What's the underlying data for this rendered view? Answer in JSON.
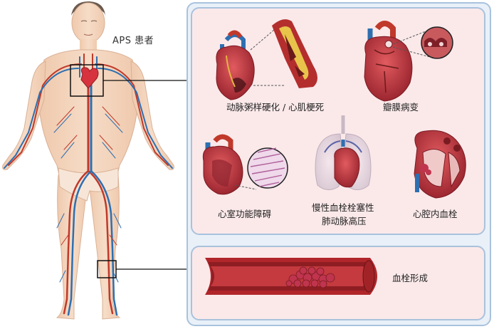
{
  "patient_label": "APS 患者",
  "conditions": {
    "atherosclerosis": "动脉粥样硬化 / 心肌梗死",
    "valve": "瓣膜病变",
    "ventricular": "心室功能障碍",
    "cteph_line1": "慢性血栓栓塞性",
    "cteph_line2": "肺动脉高压",
    "intracardiac": "心腔内血栓",
    "thrombus": "血栓形成"
  },
  "colors": {
    "artery": "#c0392b",
    "vein": "#2e6fb0",
    "skin": "#f3d4bd",
    "panel_border": "#a9c2dc",
    "panel_fill": "#fbe9ea",
    "clot": "#c0344e"
  }
}
